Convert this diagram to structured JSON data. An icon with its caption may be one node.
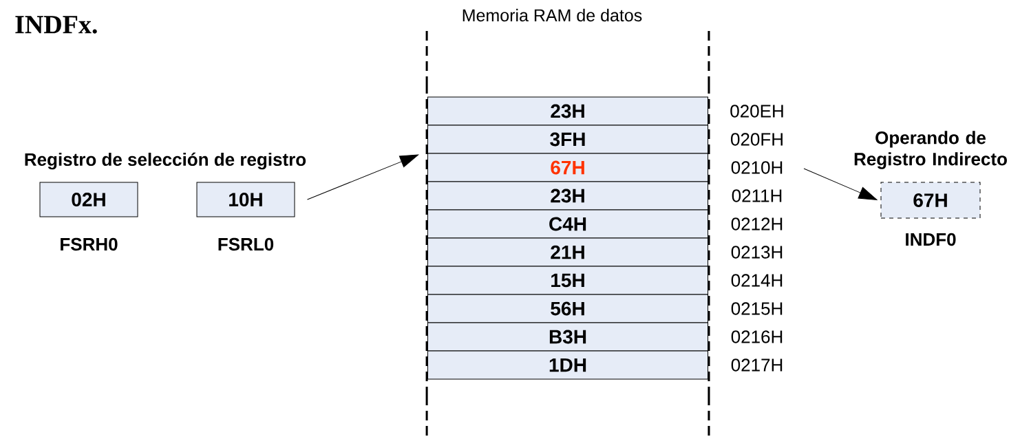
{
  "diagram": {
    "nodes": [
      {
        "text": [
          "02H"
        ],
        "beside": [
          "FSRH0"
        ]
      },
      {
        "text": [
          "10H"
        ],
        "beside": [
          "FSRL0"
        ]
      },
      {
        "text": [
          "23H"
        ],
        "beside": [
          "020EH"
        ]
      },
      {
        "text": [
          "3FH"
        ],
        "beside": [
          "020FH"
        ]
      },
      {
        "text": [
          "67H"
        ],
        "beside": [
          "0210H"
        ]
      },
      {
        "text": [
          "23H"
        ],
        "beside": [
          "0211H"
        ]
      },
      {
        "text": [
          "C4H"
        ],
        "beside": [
          "0212H"
        ]
      },
      {
        "text": [
          "21H"
        ],
        "beside": [
          "0213H"
        ]
      },
      {
        "text": [
          "15H"
        ],
        "beside": [
          "0214H"
        ]
      },
      {
        "text": [
          "56H"
        ],
        "beside": [
          "0215H"
        ]
      },
      {
        "text": [
          "B3H"
        ],
        "beside": [
          "0216H"
        ]
      },
      {
        "text": [
          "1DH"
        ],
        "beside": [
          "0217H"
        ]
      },
      {
        "text": [
          "Operando de Registro Indirecto",
          "67H"
        ],
        "beside": [
          "INDF0"
        ]
      }
    ],
    "edges": [
      {
        "from": 1,
        "to": 4,
        "arrow": "to"
      },
      {
        "from": null,
        "to": 12,
        "arrow": "to"
      }
    ],
    "labels": [
      "INDFx.",
      "Memoria RAM de datos",
      "Registro de selección de registro"
    ]
  }
}
